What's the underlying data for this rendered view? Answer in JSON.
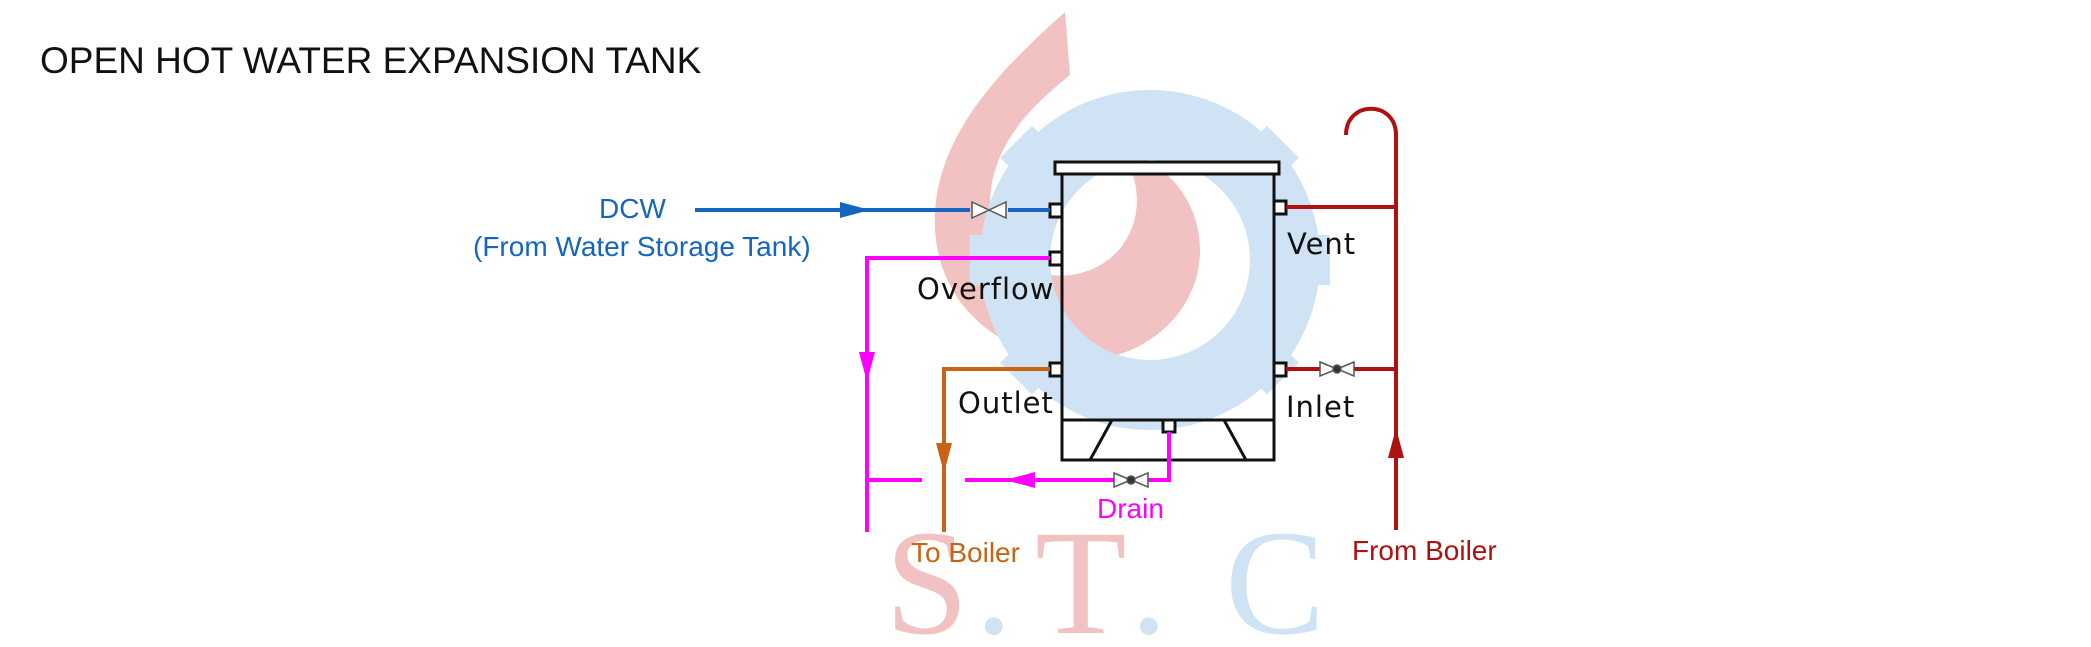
{
  "title": "OPEN HOT WATER EXPANSION TANK",
  "labels": {
    "dcw": "DCW",
    "dcw_source": "(From Water Storage Tank)",
    "overflow": "Overflow",
    "outlet": "Outlet",
    "vent": "Vent",
    "inlet": "Inlet",
    "drain": "Drain",
    "to_boiler": "To Boiler",
    "from_boiler": "From Boiler"
  },
  "watermark": {
    "s": "S",
    "t": "T",
    "c": "C",
    "dot": "."
  },
  "colors": {
    "dcw_line": "#1565c0",
    "overflow_drain_line": "#ff00ff",
    "outlet_line": "#c86414",
    "boiler_line": "#b01010",
    "tank_outline": "#111111",
    "watermark_red": "#f2c2c2",
    "watermark_blue": "#cfe3f5"
  }
}
